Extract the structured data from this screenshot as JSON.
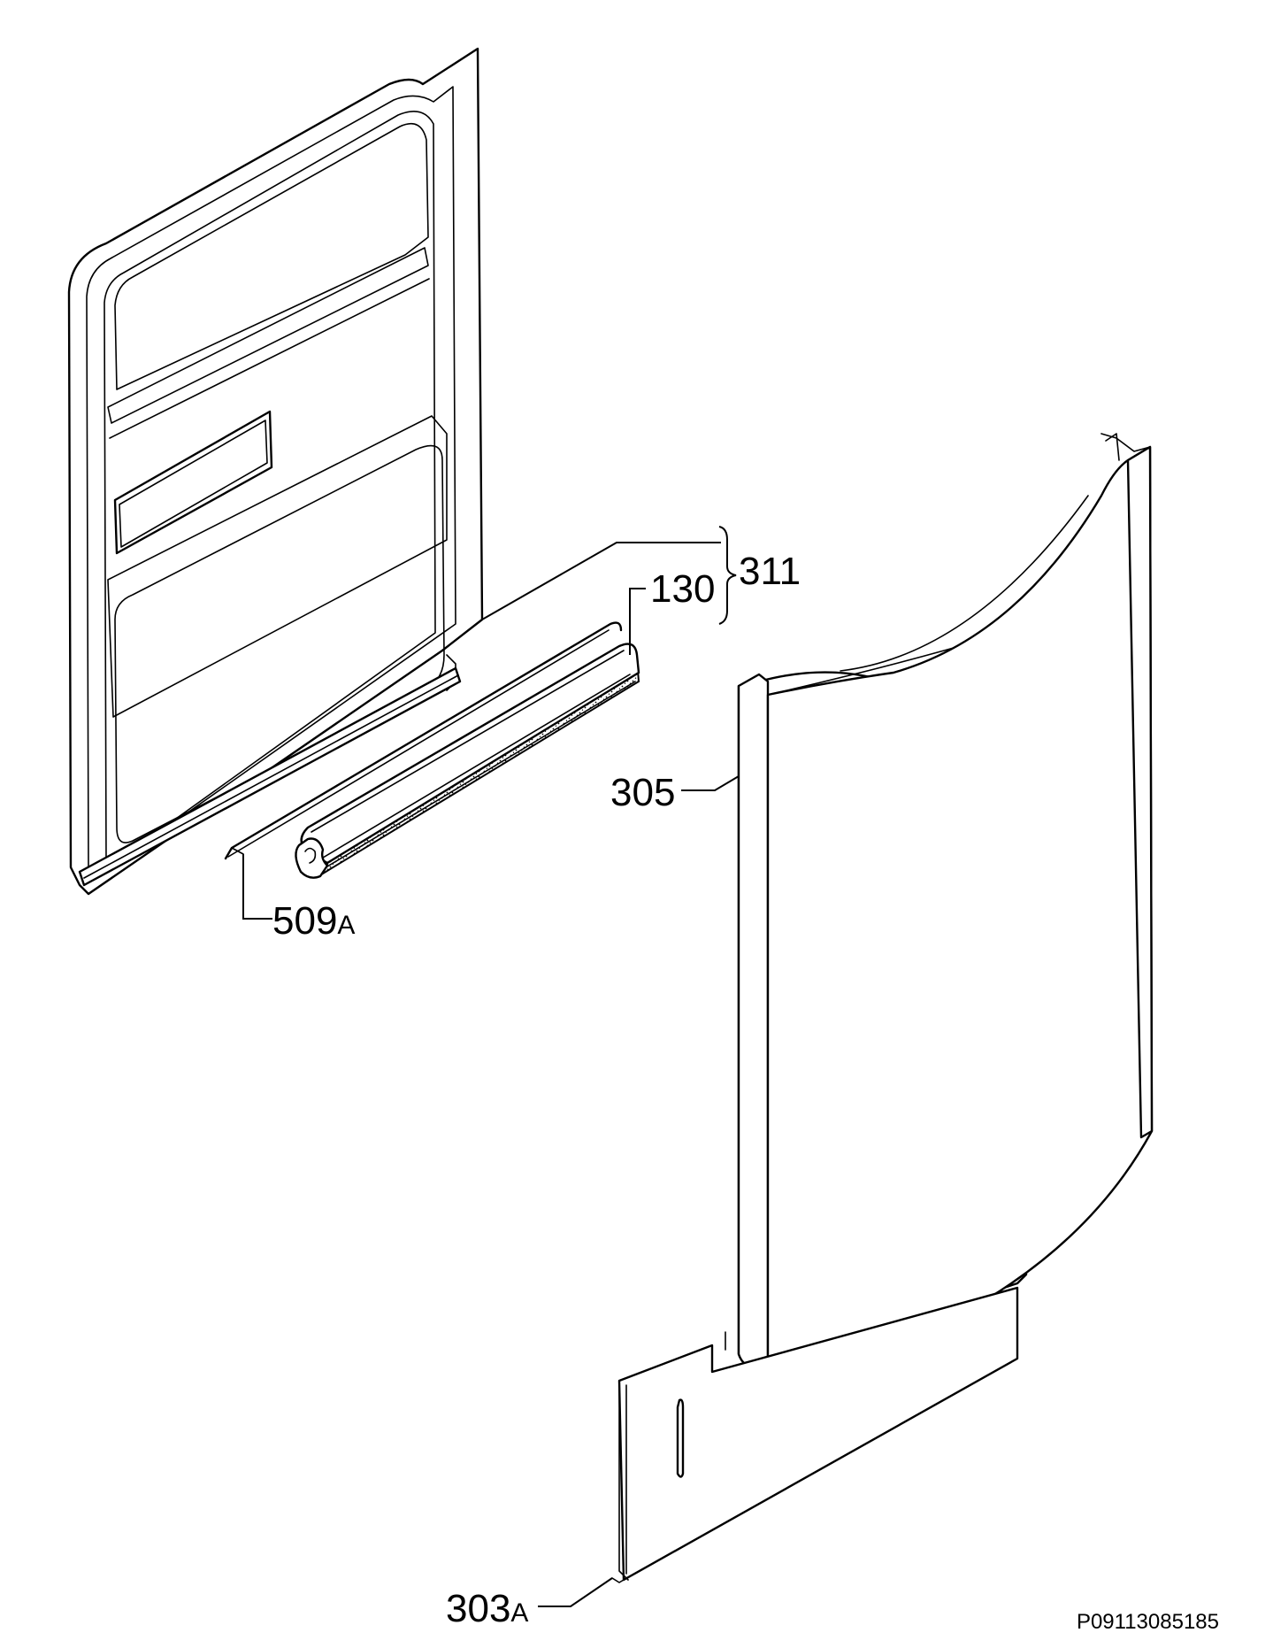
{
  "callouts": {
    "inner_door": "311",
    "gasket": "130",
    "outer_panel": "305",
    "hinge_rod_number": "509",
    "hinge_rod_suffix": "A",
    "kick_panel_number": "303",
    "kick_panel_suffix": "A"
  },
  "drawing_code": "P09113085185",
  "colors": {
    "line": "#000000",
    "background": "#ffffff"
  }
}
